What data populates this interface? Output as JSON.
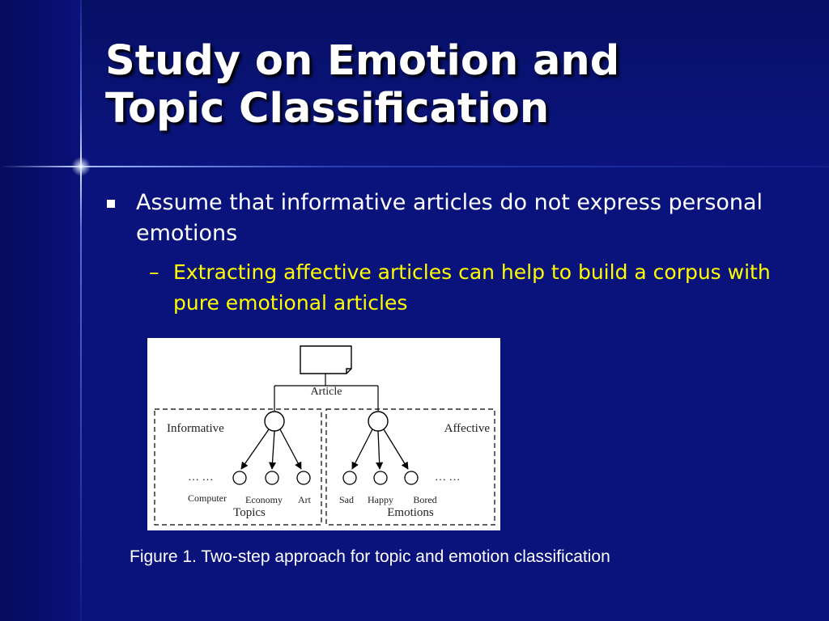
{
  "slide": {
    "title_line1": "Study on Emotion and",
    "title_line2": "Topic Classification",
    "bullets": [
      {
        "text": "Assume that informative articles do not express personal emotions",
        "sub_marker": "–",
        "sub": "Extracting affective articles can help to build a corpus with pure emotional articles"
      }
    ],
    "caption": "Figure 1. Two-step approach for topic and emotion classification"
  },
  "diagram": {
    "root_label": "Article",
    "groups": [
      {
        "label": "Informative",
        "category": "Topics",
        "ellipsis": "… …",
        "leaves": [
          "Computer",
          "Economy",
          "Art"
        ]
      },
      {
        "label": "Affective",
        "category": "Emotions",
        "ellipsis": "… …",
        "leaves": [
          "Sad",
          "Happy",
          "Bored"
        ]
      }
    ]
  },
  "colors": {
    "background": "#0a1178",
    "title": "#ffffff",
    "bullet_text": "#ffffff",
    "sub_bullet_text": "#ffff00",
    "figure_background": "#ffffff"
  }
}
